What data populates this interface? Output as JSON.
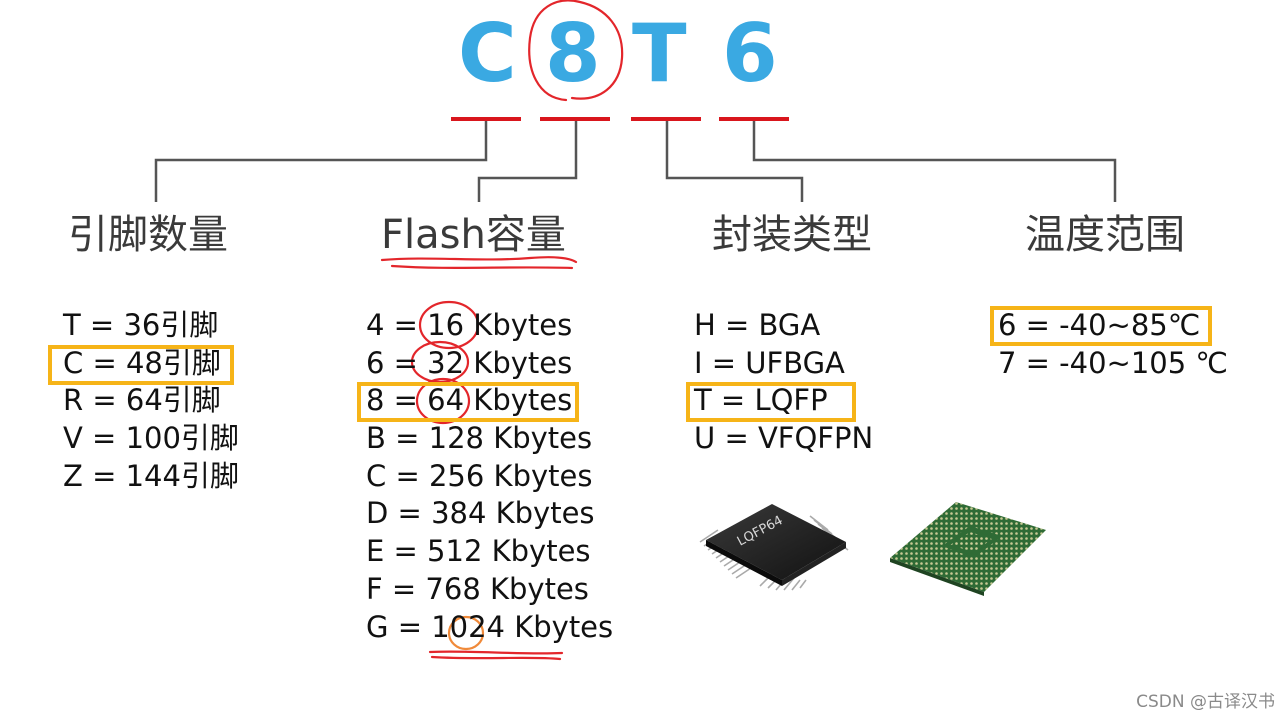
{
  "code": {
    "letters": [
      "C",
      "8",
      "T",
      "6"
    ]
  },
  "categories": [
    {
      "heading": "引脚数量",
      "rows": [
        "T = 36引脚",
        "C = 48引脚",
        "R = 64引脚",
        "V = 100引脚",
        "Z = 144引脚"
      ]
    },
    {
      "heading": "Flash容量",
      "rows": [
        "4 = 16 Kbytes",
        "6 = 32 Kbytes",
        "8 = 64 Kbytes",
        "B = 128 Kbytes",
        "C = 256 Kbytes",
        "D = 384 Kbytes",
        "E = 512 Kbytes",
        "F = 768 Kbytes",
        "G = 1024 Kbytes"
      ]
    },
    {
      "heading": "封装类型",
      "rows": [
        "H = BGA",
        "I  = UFBGA",
        "T = LQFP",
        "U = VFQFPN"
      ]
    },
    {
      "heading": "温度范围",
      "rows": [
        "6 = -40~85℃",
        "7 = -40~105 ℃"
      ]
    }
  ],
  "chips": {
    "lqfp_marking": "LQFP64"
  },
  "colors": {
    "code_blue": "#3aa9e2",
    "underline_red": "#d9161d",
    "highlight_orange": "#f6b418",
    "annotation_red": "#e3262b"
  },
  "watermark": "CSDN @古译汉书"
}
